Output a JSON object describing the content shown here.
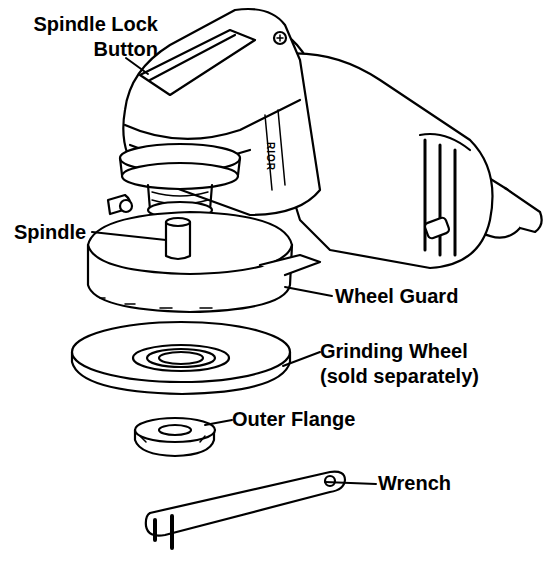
{
  "diagram": {
    "labels": [
      "Spindle Lock Button",
      "Spindle",
      "Wheel Guard",
      "Grinding Wheel (sold separately)",
      "Outer Flange",
      "Wrench",
      "RIOR"
    ]
  }
}
